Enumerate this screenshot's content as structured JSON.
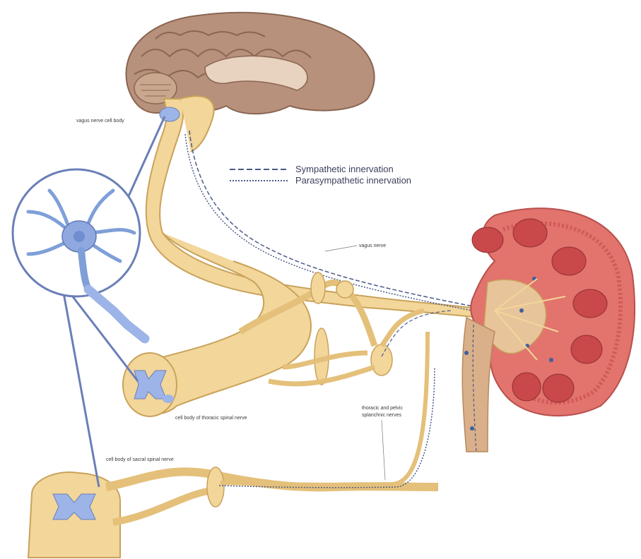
{
  "legend": {
    "sympathetic": "Sympathetic innervation",
    "parasympathetic": "Parasympathetic innervation"
  },
  "labels": {
    "vagus_cell_body": "vagus nerve cell body",
    "vagus_nerve": "vagus nerve",
    "thoracic_cell_body": "cell body of thoracic spinal nerve",
    "splanchnic_line1": "thoracic and pelvic",
    "splanchnic_line2": "splanchnic nerves",
    "sacral_cell_body": "cell body of sacral spinal nerve"
  },
  "colors": {
    "nerve": "#f2d69a",
    "nerve_outline": "#c9a25a",
    "brain": "#b48f7a",
    "kidney_cortex": "#e2736d",
    "neuron": "#7f9fd8",
    "legend_line": "#4a5a8a"
  }
}
